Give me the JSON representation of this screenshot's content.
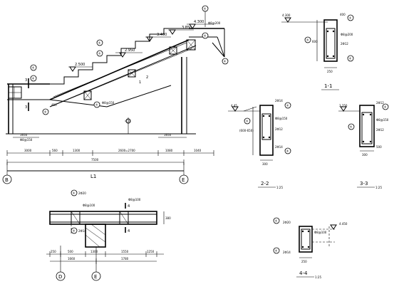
{
  "main_view": {
    "label": "L1",
    "axis_left": "B",
    "axis_right": "E",
    "elevations": [
      "4.300",
      "3.850",
      "3.400",
      "2.950",
      "2.500"
    ],
    "tags": [
      "①",
      "②",
      "③",
      "④",
      "⑤"
    ],
    "dims_top": [
      "3000",
      "560",
      "1300",
      "2600=2700",
      "1080",
      "1040"
    ],
    "dim_total": "7500",
    "small_dims": [
      "1650",
      "1650",
      "450"
    ],
    "rebar_notes": [
      "Φ8@200",
      "Φ8@150"
    ]
  },
  "section_1": {
    "title": "1-1",
    "elevation": "4.300",
    "dims": [
      "400",
      "250",
      "600"
    ],
    "bars": [
      "2Φ12",
      "Φ8@200"
    ]
  },
  "section_2": {
    "title": "2-2",
    "scale": "1:25",
    "elevation": "4.45",
    "dims": [
      "300",
      "(600-650)"
    ],
    "bars": [
      "2Φ14",
      "2Φ12",
      "Φ8@150",
      "2Φ14"
    ]
  },
  "section_3": {
    "title": "3-3",
    "scale": "1:25",
    "elevation": "3.250",
    "dims": [
      "300",
      "500"
    ],
    "bars": [
      "2Φ12",
      "2Φ12",
      "Φ8@150"
    ]
  },
  "section_4": {
    "title": "4-4",
    "scale": "1:25",
    "elevation": "4.450",
    "dims": [
      "250"
    ],
    "bars": [
      "2Φ20",
      "2Φ14",
      "Φ8@100"
    ]
  },
  "beam_view": {
    "axis_left": "D",
    "axis_right": "E",
    "dims_top": [
      "250",
      "500",
      "1300",
      "1550",
      "1250"
    ],
    "dims_bottom": [
      "1660",
      "1780"
    ],
    "bars": [
      "2Φ20",
      "Φ8@100",
      "2Φ14"
    ],
    "height_dim": "380"
  }
}
